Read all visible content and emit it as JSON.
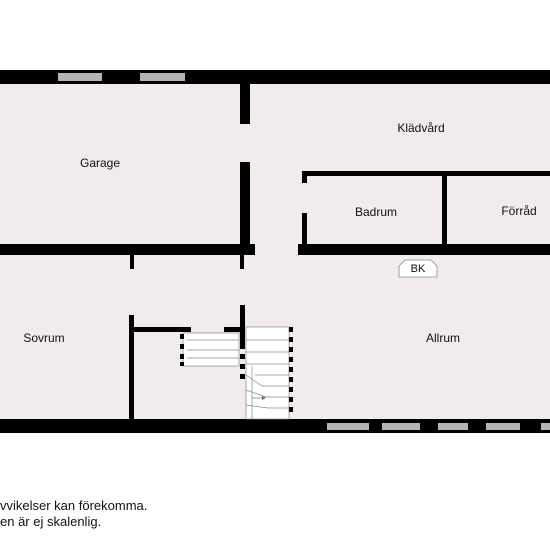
{
  "plan": {
    "rooms": {
      "garage": "Garage",
      "kladvard": "Klädvård",
      "badrum": "Badrum",
      "forrad": "Förråd",
      "sovrum": "Sovrum",
      "allrum": "Allrum"
    },
    "fixture_label": "BK",
    "colors": {
      "floor": "#f1ebee",
      "wall": "#000000",
      "window": "#b4b4b4",
      "background": "#ffffff"
    }
  },
  "disclaimer": {
    "line1": "vvikelser kan förekomma.",
    "line2": "en är ej skalenlig."
  }
}
